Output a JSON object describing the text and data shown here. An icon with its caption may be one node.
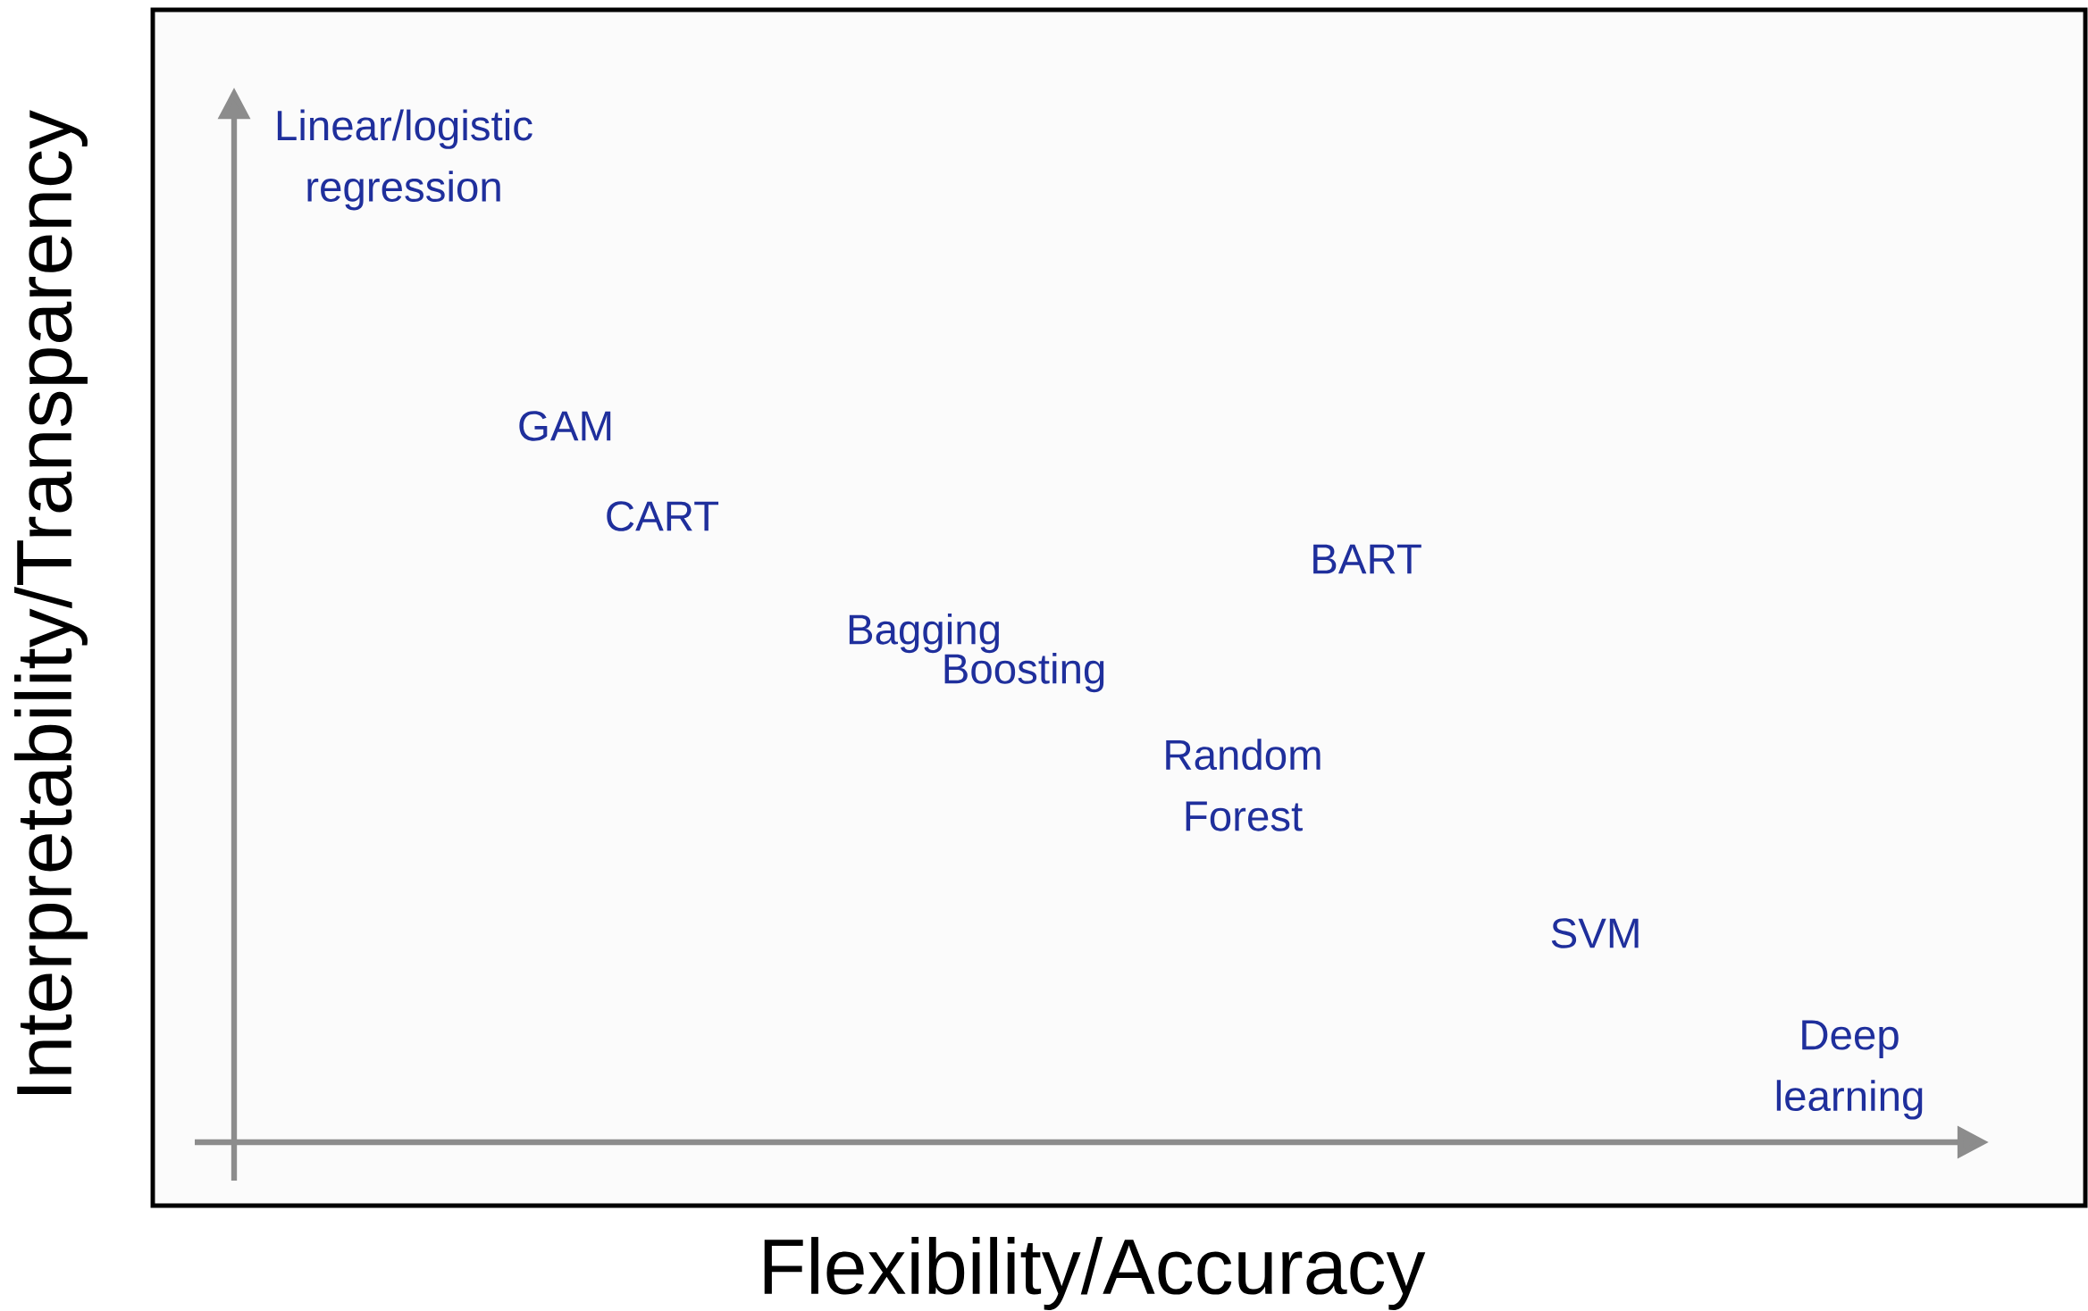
{
  "diagram": {
    "labels": [
      "Interpretability/Transparency",
      "Linear/logistic regression",
      "GAM",
      "CART",
      "BART",
      "Bagging",
      "Boosting",
      "Random Forest",
      "SVM",
      "Deep learning",
      "Flexibility/Accuracy"
    ]
  }
}
